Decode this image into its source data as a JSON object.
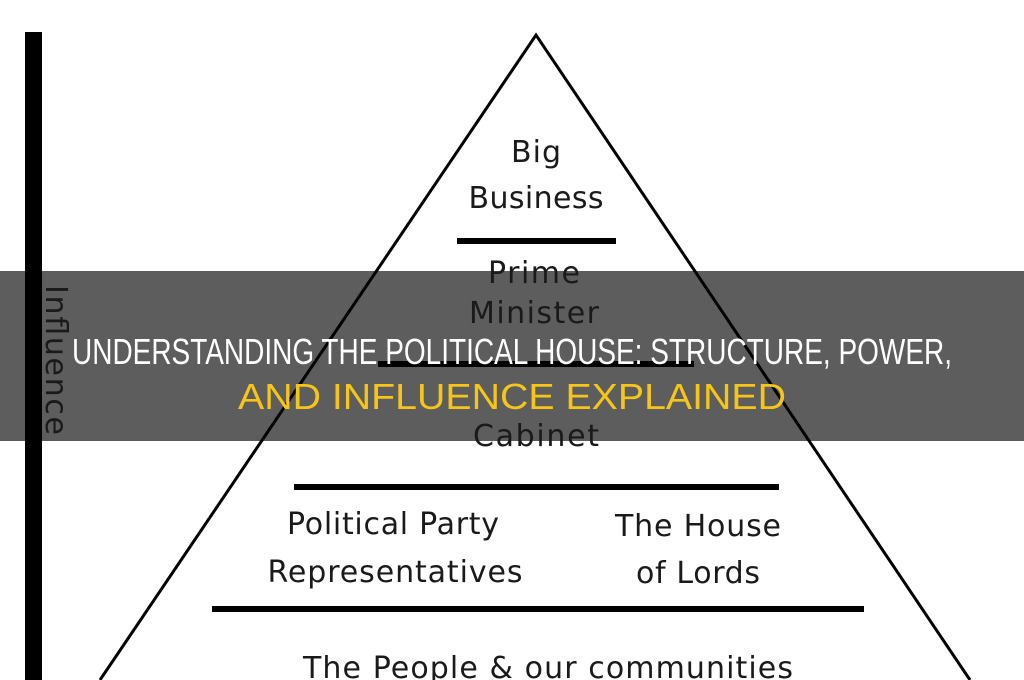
{
  "diagram": {
    "axis_label": "Influence",
    "levels": [
      {
        "lines": [
          "Big",
          "Business"
        ]
      },
      {
        "lines": [
          "Prime",
          "Minister"
        ]
      },
      {
        "lines": [
          "Cabinet"
        ]
      },
      {
        "left_lines": [
          "Political Party",
          "Representatives"
        ],
        "right_lines": [
          "The House",
          "of Lords"
        ]
      },
      {
        "lines": [
          "The People & our communities"
        ]
      }
    ]
  },
  "banner": {
    "title_line1": "UNDERSTANDING THE POLITICAL HOUSE: STRUCTURE, POWER,",
    "title_line2": "AND INFLUENCE EXPLAINED",
    "line1_color": "#ffffff",
    "line2_color": "#f5c51a"
  }
}
